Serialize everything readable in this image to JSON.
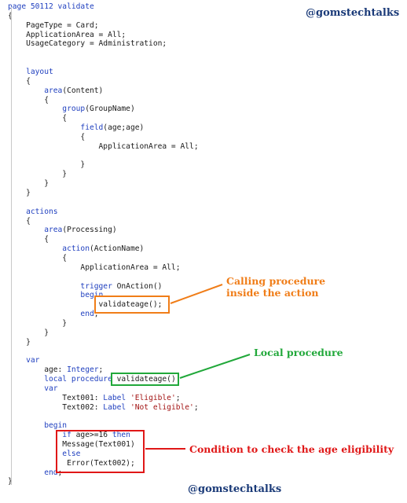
{
  "brand": {
    "top": "@gomstechtalks",
    "bottom": "@gomstechtalks"
  },
  "annotations": {
    "calling": "Calling procedure\ninside the action",
    "local": "Local procedure",
    "condition": "Condition to check the age eligibility"
  },
  "colors": {
    "orange": "#f07d18",
    "green": "#21a83a",
    "red": "#e01717",
    "brand": "#1a3a78",
    "keyword": "#1f3fbf"
  },
  "code": [
    [
      {
        "t": "page 50112 validate",
        "c": "kw"
      }
    ],
    [
      {
        "t": "{",
        "c": "ident"
      }
    ],
    [
      {
        "t": "    PageType = Card;",
        "c": "ident"
      }
    ],
    [
      {
        "t": "    ApplicationArea = All;",
        "c": "ident"
      }
    ],
    [
      {
        "t": "    UsageCategory = Administration;",
        "c": "ident"
      }
    ],
    [
      {
        "t": "",
        "c": "ident"
      }
    ],
    [
      {
        "t": "",
        "c": "ident"
      }
    ],
    [
      {
        "t": "    layout",
        "c": "kw"
      }
    ],
    [
      {
        "t": "    {",
        "c": "ident"
      }
    ],
    [
      {
        "t": "        area",
        "c": "kw"
      },
      {
        "t": "(Content)",
        "c": "ident"
      }
    ],
    [
      {
        "t": "        {",
        "c": "ident"
      }
    ],
    [
      {
        "t": "            group",
        "c": "kw"
      },
      {
        "t": "(GroupName)",
        "c": "ident"
      }
    ],
    [
      {
        "t": "            {",
        "c": "ident"
      }
    ],
    [
      {
        "t": "                field",
        "c": "kw"
      },
      {
        "t": "(age;age)",
        "c": "ident"
      }
    ],
    [
      {
        "t": "                {",
        "c": "ident"
      }
    ],
    [
      {
        "t": "                    ApplicationArea = All;",
        "c": "ident"
      }
    ],
    [
      {
        "t": "",
        "c": "ident"
      }
    ],
    [
      {
        "t": "                }",
        "c": "ident"
      }
    ],
    [
      {
        "t": "            }",
        "c": "ident"
      }
    ],
    [
      {
        "t": "        }",
        "c": "ident"
      }
    ],
    [
      {
        "t": "    }",
        "c": "ident"
      }
    ],
    [
      {
        "t": "",
        "c": "ident"
      }
    ],
    [
      {
        "t": "    actions",
        "c": "kw"
      }
    ],
    [
      {
        "t": "    {",
        "c": "ident"
      }
    ],
    [
      {
        "t": "        area",
        "c": "kw"
      },
      {
        "t": "(Processing)",
        "c": "ident"
      }
    ],
    [
      {
        "t": "        {",
        "c": "ident"
      }
    ],
    [
      {
        "t": "            action",
        "c": "kw"
      },
      {
        "t": "(ActionName)",
        "c": "ident"
      }
    ],
    [
      {
        "t": "            {",
        "c": "ident"
      }
    ],
    [
      {
        "t": "                ApplicationArea = All;",
        "c": "ident"
      }
    ],
    [
      {
        "t": "",
        "c": "ident"
      }
    ],
    [
      {
        "t": "                trigger",
        "c": "kw"
      },
      {
        "t": " OnAction()",
        "c": "ident"
      }
    ],
    [
      {
        "t": "                begin",
        "c": "kw"
      }
    ],
    [
      {
        "t": "                    validateage();",
        "c": "ident"
      }
    ],
    [
      {
        "t": "                end",
        "c": "kw"
      },
      {
        "t": ";",
        "c": "ident"
      }
    ],
    [
      {
        "t": "            }",
        "c": "ident"
      }
    ],
    [
      {
        "t": "        }",
        "c": "ident"
      }
    ],
    [
      {
        "t": "    }",
        "c": "ident"
      }
    ],
    [
      {
        "t": "",
        "c": "ident"
      }
    ],
    [
      {
        "t": "    var",
        "c": "kw"
      }
    ],
    [
      {
        "t": "        age: ",
        "c": "ident"
      },
      {
        "t": "Integer",
        "c": "kw"
      },
      {
        "t": ";",
        "c": "ident"
      }
    ],
    [
      {
        "t": "        local procedure",
        "c": "kw"
      },
      {
        "t": " validateage()",
        "c": "ident"
      }
    ],
    [
      {
        "t": "        var",
        "c": "kw"
      }
    ],
    [
      {
        "t": "            Text001: ",
        "c": "ident"
      },
      {
        "t": "Label",
        "c": "kw"
      },
      {
        "t": " ",
        "c": "ident"
      },
      {
        "t": "'Eligible'",
        "c": "str"
      },
      {
        "t": ";",
        "c": "ident"
      }
    ],
    [
      {
        "t": "            Text002: ",
        "c": "ident"
      },
      {
        "t": "Label",
        "c": "kw"
      },
      {
        "t": " ",
        "c": "ident"
      },
      {
        "t": "'Not eligible'",
        "c": "str"
      },
      {
        "t": ";",
        "c": "ident"
      }
    ],
    [
      {
        "t": "",
        "c": "ident"
      }
    ],
    [
      {
        "t": "        begin",
        "c": "kw"
      }
    ],
    [
      {
        "t": "            if",
        "c": "kw"
      },
      {
        "t": " age>=16 ",
        "c": "ident"
      },
      {
        "t": "then",
        "c": "kw"
      }
    ],
    [
      {
        "t": "            Message(Text001)",
        "c": "ident"
      }
    ],
    [
      {
        "t": "            else",
        "c": "kw"
      }
    ],
    [
      {
        "t": "             Error(Text002);",
        "c": "ident"
      }
    ],
    [
      {
        "t": "        end",
        "c": "kw"
      },
      {
        "t": ";",
        "c": "ident"
      }
    ],
    [
      {
        "t": "}",
        "c": "ident"
      }
    ]
  ]
}
